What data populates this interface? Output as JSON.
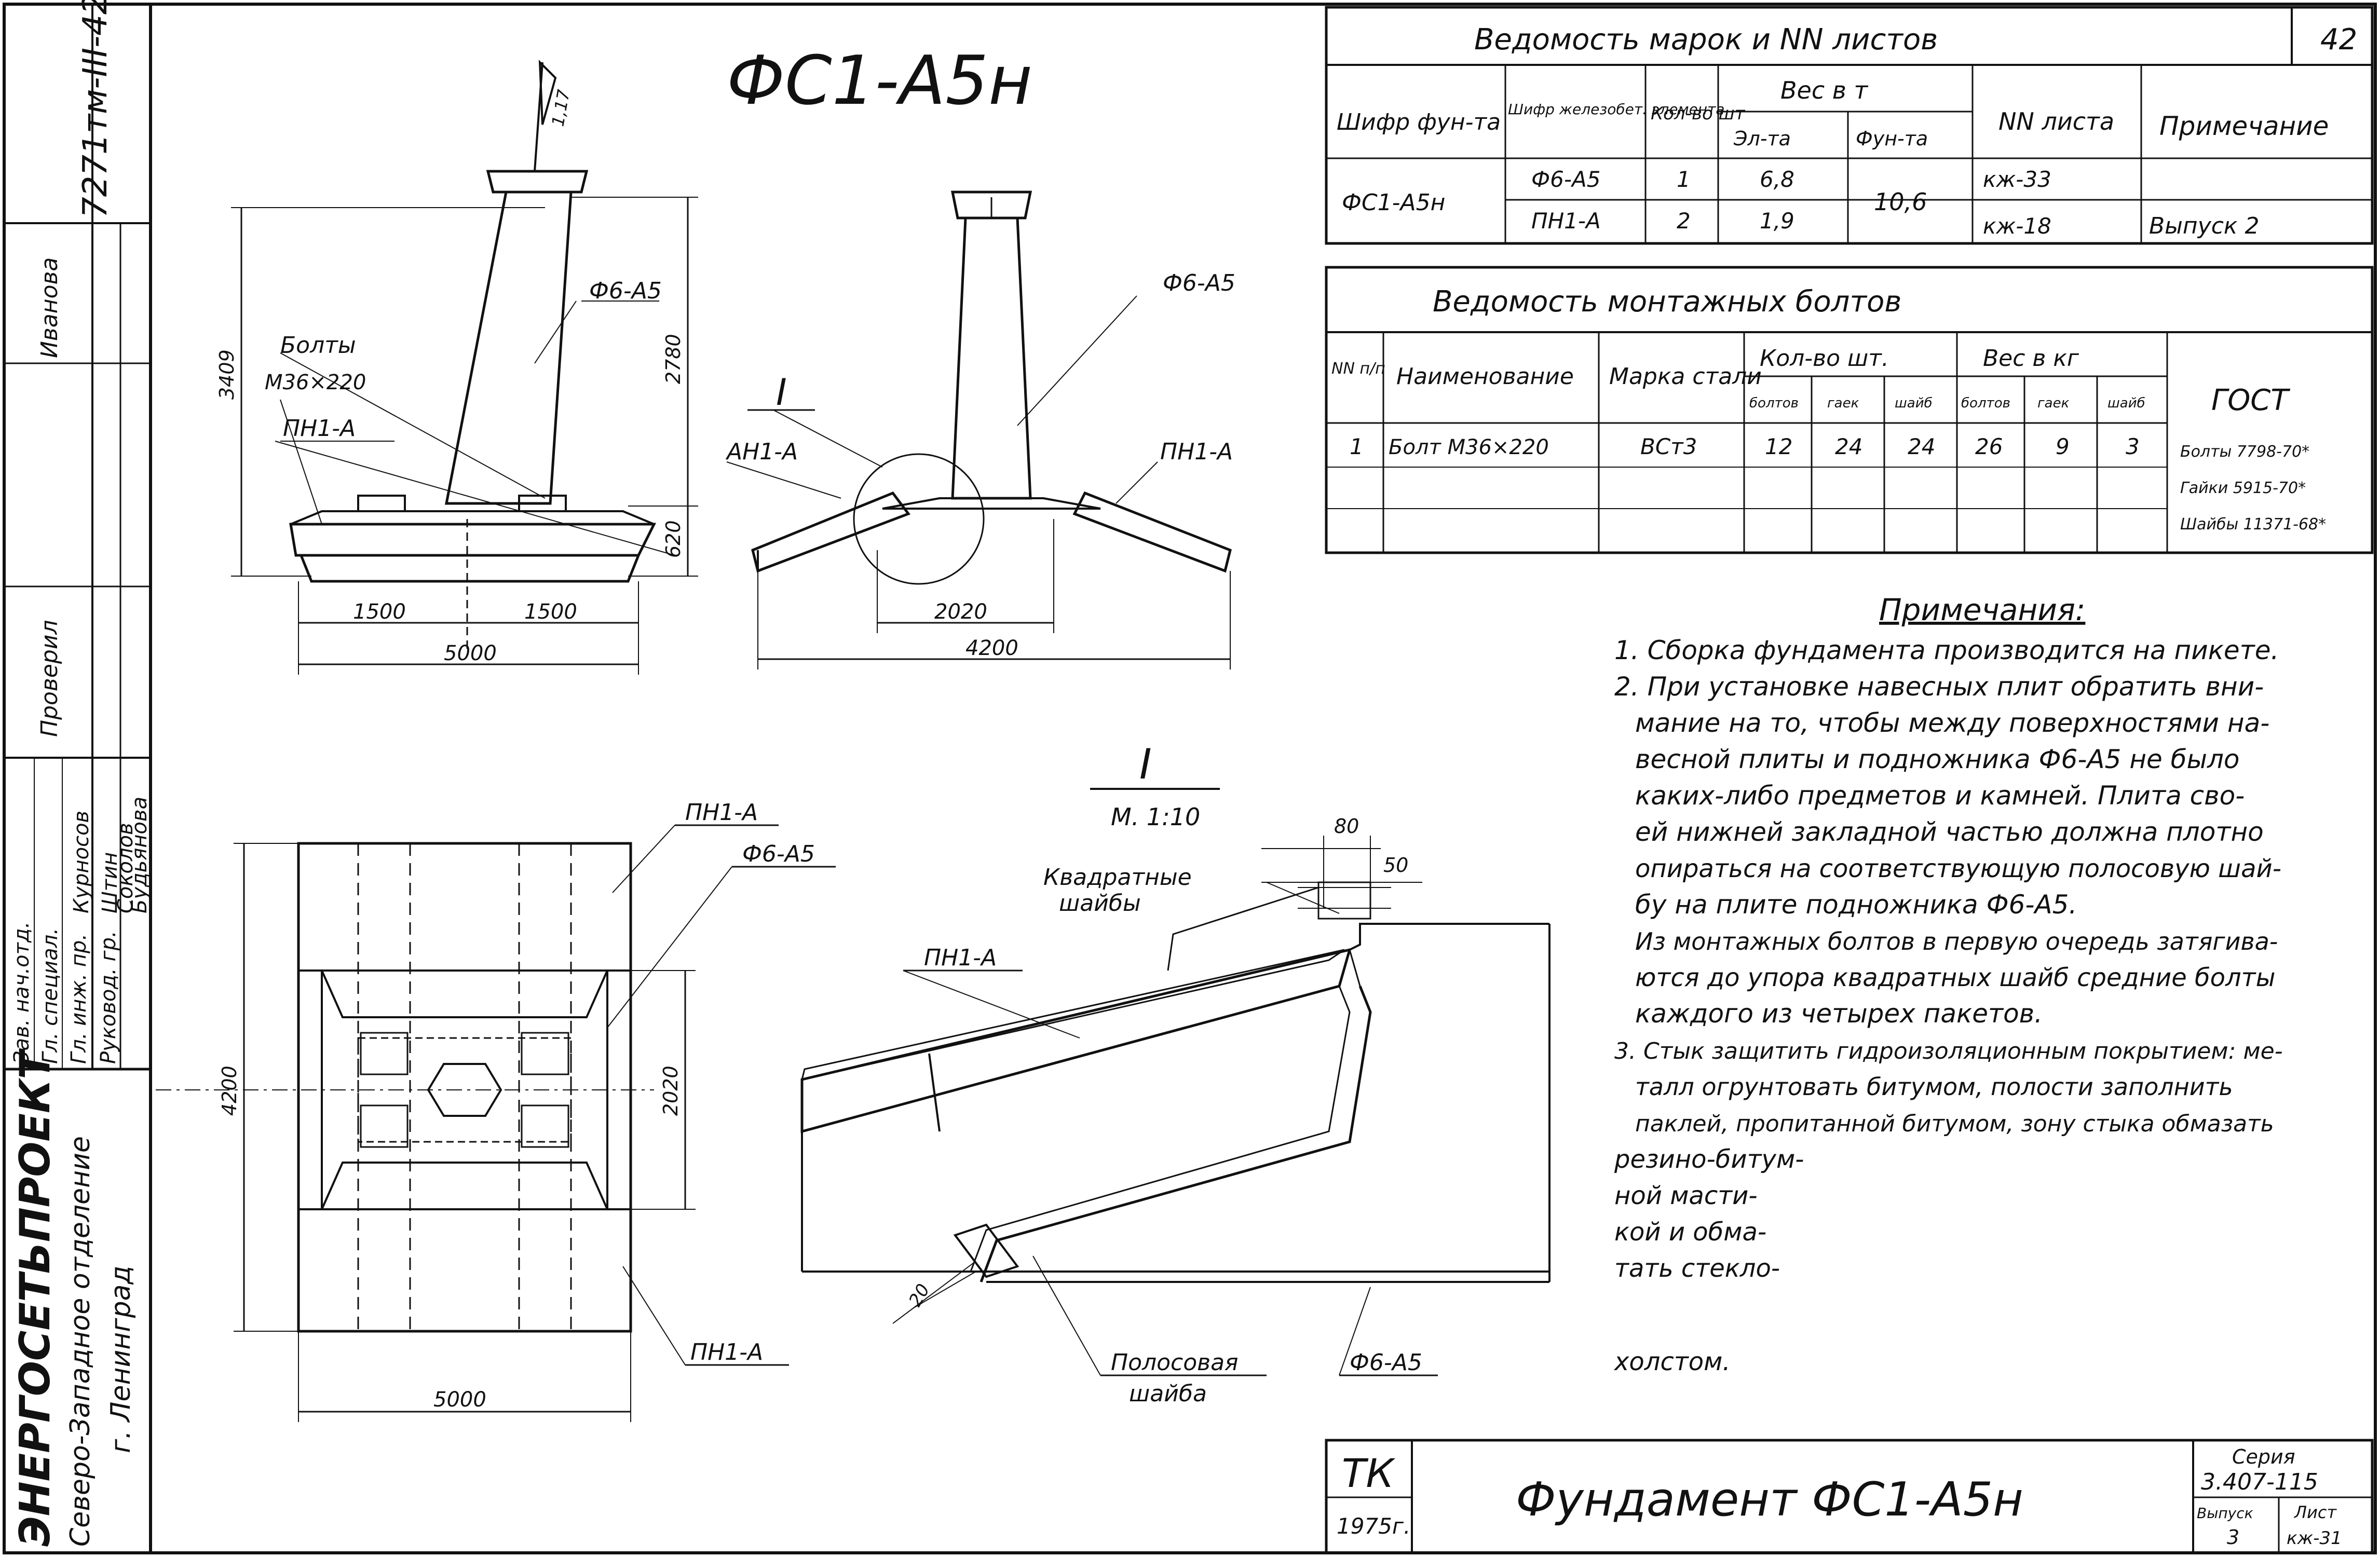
{
  "sidebar": {
    "org_name": "ЭНЕРГОСЕТЬПРОЕКТ",
    "branch": "Северо-Западное отделение",
    "city": "г. Ленинград",
    "code": "7271тм-III-42",
    "roles": [
      "Зав. нач.отд.",
      "Гл. специал.",
      "Гл. инж. пр.",
      "Руковод. гр.",
      "Проверил"
    ],
    "names": [
      "Курносов",
      "Штин",
      "Соколов",
      "Будьянова",
      "Иванова"
    ]
  },
  "title": "ФС1-А5н",
  "sheet_number": "42",
  "drawing": {
    "labels": {
      "bolts": "Болты",
      "bolts_size": "М36×220",
      "f6_a5": "Ф6-А5",
      "pn1_a": "ПН1-А",
      "an1_a": "АН1-А",
      "detail_mark": "I",
      "detail_scale": "М. 1:10",
      "square_washers_1": "Квадратные",
      "square_washers_2": "шайбы",
      "strip_washer_1": "Полосовая",
      "strip_washer_2": "шайба"
    },
    "dims": {
      "d3409": "3409",
      "d2780": "2780",
      "d620": "620",
      "d1500a": "1500",
      "d1500b": "1500",
      "d5000": "5000",
      "d2020": "2020",
      "d4200": "4200",
      "plan_4200": "4200",
      "plan_2020": "2020",
      "plan_5000": "5000",
      "d80": "80",
      "d50": "50",
      "d20": "20",
      "d117": "1,17"
    }
  },
  "marks_table": {
    "title": "Ведомость марок и NN листов",
    "headers": {
      "found_code": "Шифр фун-та",
      "elem_code": "Шифр железобет. элемента",
      "qty": "Кол-во шт",
      "weight": "Вес в т",
      "weight_el": "Эл-та",
      "weight_found": "Фун-та",
      "sheet_no": "NN листа",
      "note": "Примечание"
    },
    "found_code": "ФС1-А5н",
    "weight_found": "10,6",
    "rows": [
      {
        "elem": "Ф6-А5",
        "qty": "1",
        "w": "6,8",
        "sheet": "кж-33",
        "note": ""
      },
      {
        "elem": "ПН1-А",
        "qty": "2",
        "w": "1,9",
        "sheet": "кж-18",
        "note": "Выпуск 2"
      }
    ]
  },
  "bolts_table": {
    "title": "Ведомость монтажных болтов",
    "headers": {
      "num": "NN п/п",
      "name": "Наименование",
      "steel": "Марка стали",
      "qty": "Кол-во шт.",
      "qty_b": "болтов",
      "qty_n": "гаек",
      "qty_w": "шайб",
      "weight": "Вес в кг",
      "w_b": "болтов",
      "w_n": "гаек",
      "w_w": "шайб",
      "gost": "ГОСТ"
    },
    "row": {
      "num": "1",
      "name": "Болт М36×220",
      "steel": "ВСт3",
      "qb": "12",
      "qn": "24",
      "qw": "24",
      "wb": "26",
      "wn": "9",
      "ww": "3",
      "gost": [
        "Болты 7798-70*",
        "Гайки 5915-70*",
        "Шайбы 11371-68*"
      ]
    }
  },
  "notes": {
    "heading": "Примечания:",
    "lines": [
      "1. Сборка фундамента производится на пикете.",
      "2. При установке навесных плит обратить вни-",
      "мание на то, чтобы между поверхностями на-",
      "весной плиты и подножника Ф6-А5 не было",
      "каких-либо предметов и камней. Плита сво-",
      "ей нижней закладной частью должна плотно",
      "опираться на соответствующую полосовую шай-",
      "бу на плите подножника Ф6-А5.",
      "Из монтажных болтов в первую очередь затягива-",
      "ются до упора квадратных шайб средние болты",
      "каждого из четырех пакетов.",
      "3. Стык защитить гидроизоляционным покрытием: ме-",
      "талл огрунтовать битумом, полости заполнить",
      "паклей, пропитанной битумом, зону стыка обмазать",
      "резино-битум-",
      "ной масти-",
      "кой и обма-",
      "тать стекло-",
      "холстом."
    ]
  },
  "title_block": {
    "tk": "ТК",
    "year": "1975г.",
    "name": "Фундамент ФС1-А5н",
    "series_label": "Серия",
    "series": "3.407-115",
    "issue_label": "Выпуск",
    "issue": "3",
    "sheet_label": "Лист",
    "sheet": "кж-31"
  }
}
